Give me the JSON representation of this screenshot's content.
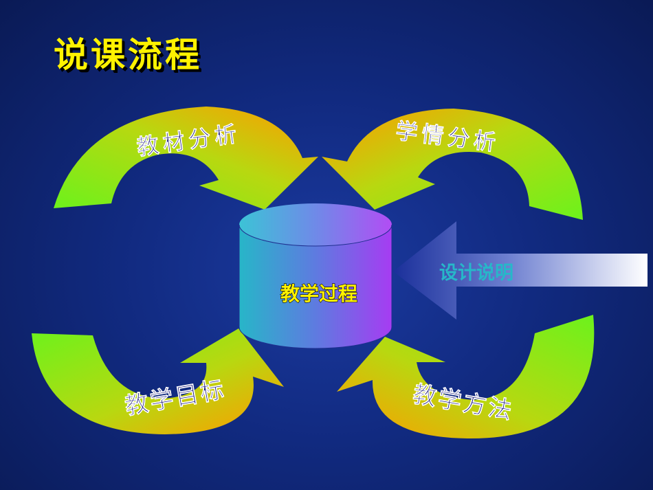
{
  "title": "说课流程",
  "center": {
    "label": "教学过程"
  },
  "design_arrow": {
    "label": "设计说明"
  },
  "arcs": [
    {
      "label": "教材分析"
    },
    {
      "label": "学情分析"
    },
    {
      "label": "教学目标"
    },
    {
      "label": "教学方法"
    }
  ],
  "colors": {
    "title": "#fff200",
    "arc_start": "#66ee22",
    "arc_end": "#ff9a00",
    "label_text": "#1a1a7a",
    "center_text": "#fff200",
    "design_text": "#27b7c9"
  }
}
